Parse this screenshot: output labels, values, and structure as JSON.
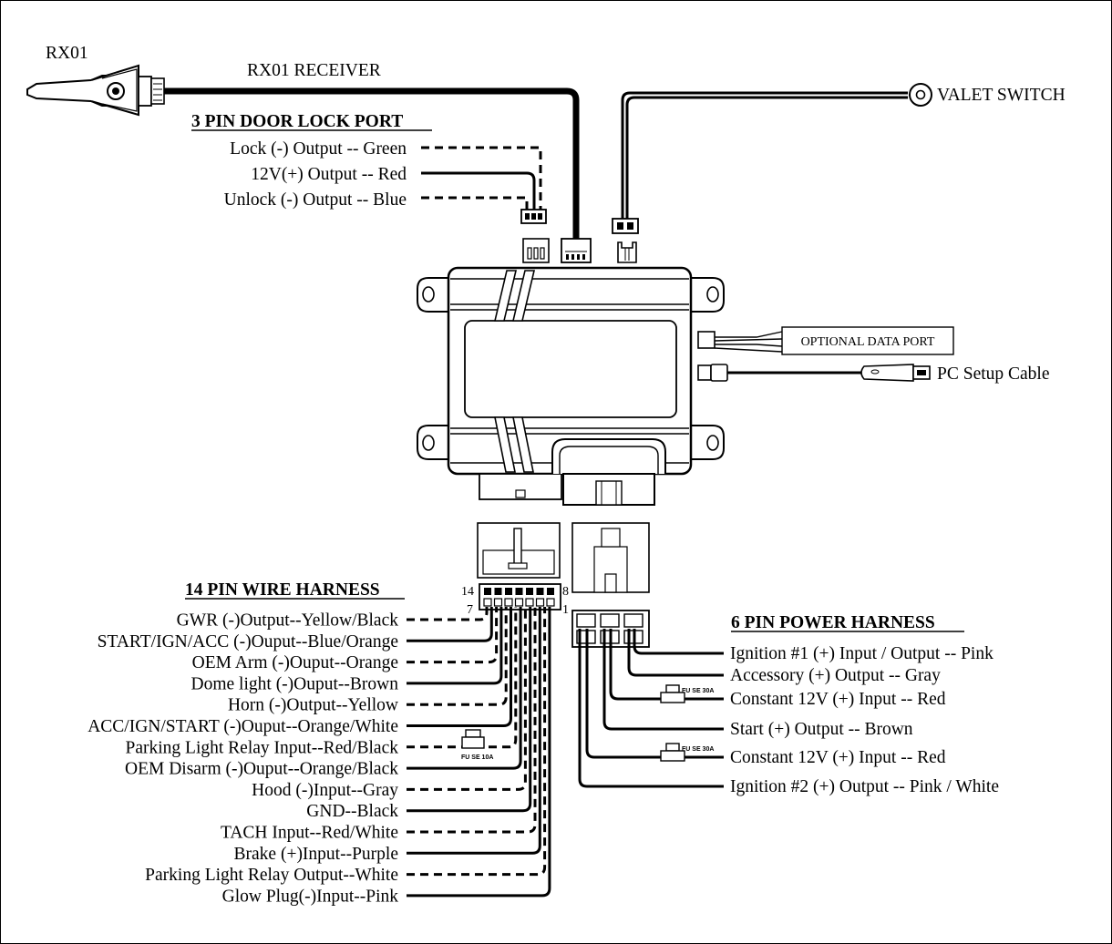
{
  "receiver": {
    "title": "RX01",
    "cable_label": "RX01 RECEIVER"
  },
  "valet": {
    "label": "VALET SWITCH"
  },
  "door_lock": {
    "title": "3 PIN DOOR LOCK PORT",
    "wires": [
      {
        "label": "Lock (-) Output -- Green",
        "style": "dashed"
      },
      {
        "label": "12V(+) Output -- Red",
        "style": "solid"
      },
      {
        "label": "Unlock (-) Output -- Blue",
        "style": "dashed"
      }
    ]
  },
  "data_port": {
    "label": "OPTIONAL DATA PORT"
  },
  "pc_cable": {
    "label": "PC Setup Cable"
  },
  "harness14": {
    "title": "14 PIN WIRE HARNESS",
    "pin_labels": [
      "14",
      "7",
      "8",
      "1"
    ],
    "fuse_label": "FU SE 10A",
    "wires": [
      {
        "label": "GWR (-)Output--Yellow/Black",
        "style": "dashed"
      },
      {
        "label": "START/IGN/ACC (-)Ouput--Blue/Orange",
        "style": "solid"
      },
      {
        "label": "OEM Arm (-)Ouput--Orange",
        "style": "dashed"
      },
      {
        "label": "Dome light (-)Ouput--Brown",
        "style": "solid"
      },
      {
        "label": "Horn (-)Output--Yellow",
        "style": "dashed"
      },
      {
        "label": "ACC/IGN/START (-)Ouput--Orange/White",
        "style": "solid"
      },
      {
        "label": "Parking Light Relay Input--Red/Black",
        "style": "dashed"
      },
      {
        "label": "OEM Disarm (-)Ouput--Orange/Black",
        "style": "solid"
      },
      {
        "label": "Hood (-)Input--Gray",
        "style": "dashed"
      },
      {
        "label": "GND--Black",
        "style": "solid"
      },
      {
        "label": "TACH Input--Red/White",
        "style": "dashed"
      },
      {
        "label": "Brake (+)Input--Purple",
        "style": "solid"
      },
      {
        "label": "Parking Light Relay Output--White",
        "style": "dashed"
      },
      {
        "label": "Glow Plug(-)Input--Pink",
        "style": "solid"
      }
    ]
  },
  "harness6": {
    "title": "6 PIN POWER HARNESS",
    "fuse_label": "FU SE 30A",
    "wires": [
      {
        "label": "Ignition #1 (+) Input / Output -- Pink"
      },
      {
        "label": "Accessory (+) Output -- Gray"
      },
      {
        "label": "Constant 12V (+) Input -- Red"
      },
      {
        "label": "Start (+) Output -- Brown"
      },
      {
        "label": "Constant 12V (+) Input -- Red"
      },
      {
        "label": "Ignition #2 (+) Output -- Pink / White"
      }
    ]
  }
}
